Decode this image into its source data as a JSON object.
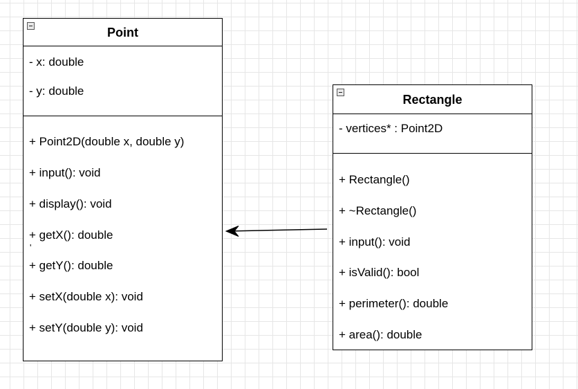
{
  "classes": {
    "point": {
      "name": "Point",
      "attributes": [
        "- x: double",
        "- y: double"
      ],
      "methods": [
        "+ Point2D(double x, double y)",
        "+ input(): void",
        "+ display(): void",
        "+ getX(): double",
        "+ getY(): double",
        "+ setX(double x): void",
        "+ setY(double y): void"
      ]
    },
    "rectangle": {
      "name": "Rectangle",
      "attributes": [
        "- vertices* : Point2D"
      ],
      "methods": [
        "+ Rectangle()",
        "+ ~Rectangle()",
        "+ input(): void",
        "+ isValid(): bool",
        "+ perimeter(): double",
        "+ area(): double"
      ]
    }
  },
  "stray_mark": "'",
  "icons": {
    "collapse": "collapse-minus-icon",
    "arrowhead": "open-arrowhead-icon"
  }
}
